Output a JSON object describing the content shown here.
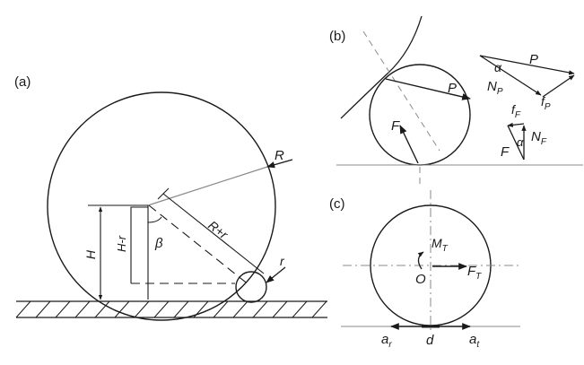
{
  "panels": {
    "a": {
      "label": "(a)",
      "labels": {
        "R": "R",
        "r": "r",
        "H": "H",
        "H_minus_r": "H-r",
        "R_plus_r": "R+r",
        "beta": "β"
      }
    },
    "b": {
      "label": "(b)",
      "labels": {
        "P_circle": "P",
        "F_circle": "F",
        "P_tri": "P",
        "alpha_p": "α",
        "N_P": "N",
        "N_P_sub": "P",
        "f_P": "f",
        "f_P_sub": "P",
        "f_F": "f",
        "f_F_sub": "F",
        "alpha_f": "α",
        "N_F": "N",
        "N_F_sub": "F",
        "F_tri": "F"
      }
    },
    "c": {
      "label": "(c)",
      "labels": {
        "M_T": "M",
        "M_T_sub": "T",
        "O": "O",
        "F_T": "F",
        "F_T_sub": "T",
        "a_r": "a",
        "a_r_sub": "r",
        "d": "d",
        "a_t": "a",
        "a_t_sub": "t"
      }
    }
  },
  "colors": {
    "ink": "#1a1a1a",
    "guide": "#8a8a8a",
    "background": "#ffffff"
  }
}
